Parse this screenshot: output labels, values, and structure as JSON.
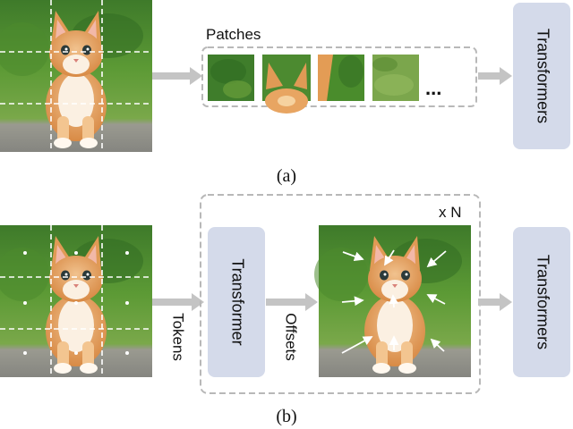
{
  "panel_a": {
    "patches_label": "Patches",
    "ellipsis": "...",
    "transformers_label": "Transformers",
    "caption": "(a)"
  },
  "panel_b": {
    "tokens_label": "Tokens",
    "transformer_label": "Transformer",
    "offsets_label": "Offsets",
    "repeat_label": "x N",
    "transformers_label": "Transformers",
    "caption": "(b)"
  },
  "colors": {
    "block_fill": "#d4daea",
    "arrow": "#c4c4c4",
    "dashed": "#b8b8b8",
    "grid": "#ffffff"
  },
  "icons": [
    "kitten-photo-icon",
    "kitten-patch-icon",
    "grass-patch-icon",
    "offset-arrow-icon"
  ]
}
